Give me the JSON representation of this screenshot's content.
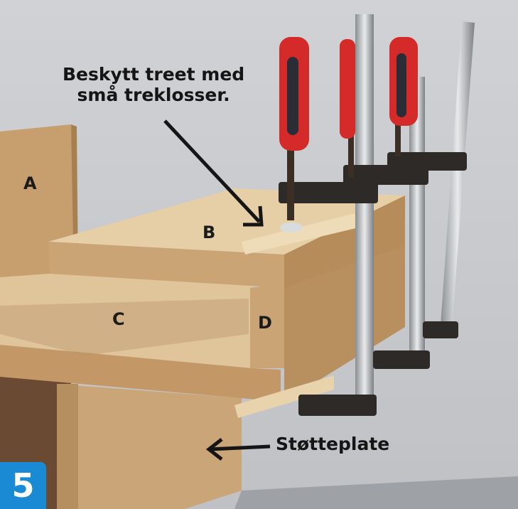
{
  "callout_top": {
    "line1": "Beskytt treet med",
    "line2": "små treklosser."
  },
  "callout_bottom": "Støtteplate",
  "part_labels": {
    "a": "A",
    "b": "B",
    "c": "C",
    "d": "D"
  },
  "step_number": "5",
  "colors": {
    "badge": "#1a8ad4",
    "background": "#c9cbcf",
    "clamp_handle": "#d42a2a"
  }
}
